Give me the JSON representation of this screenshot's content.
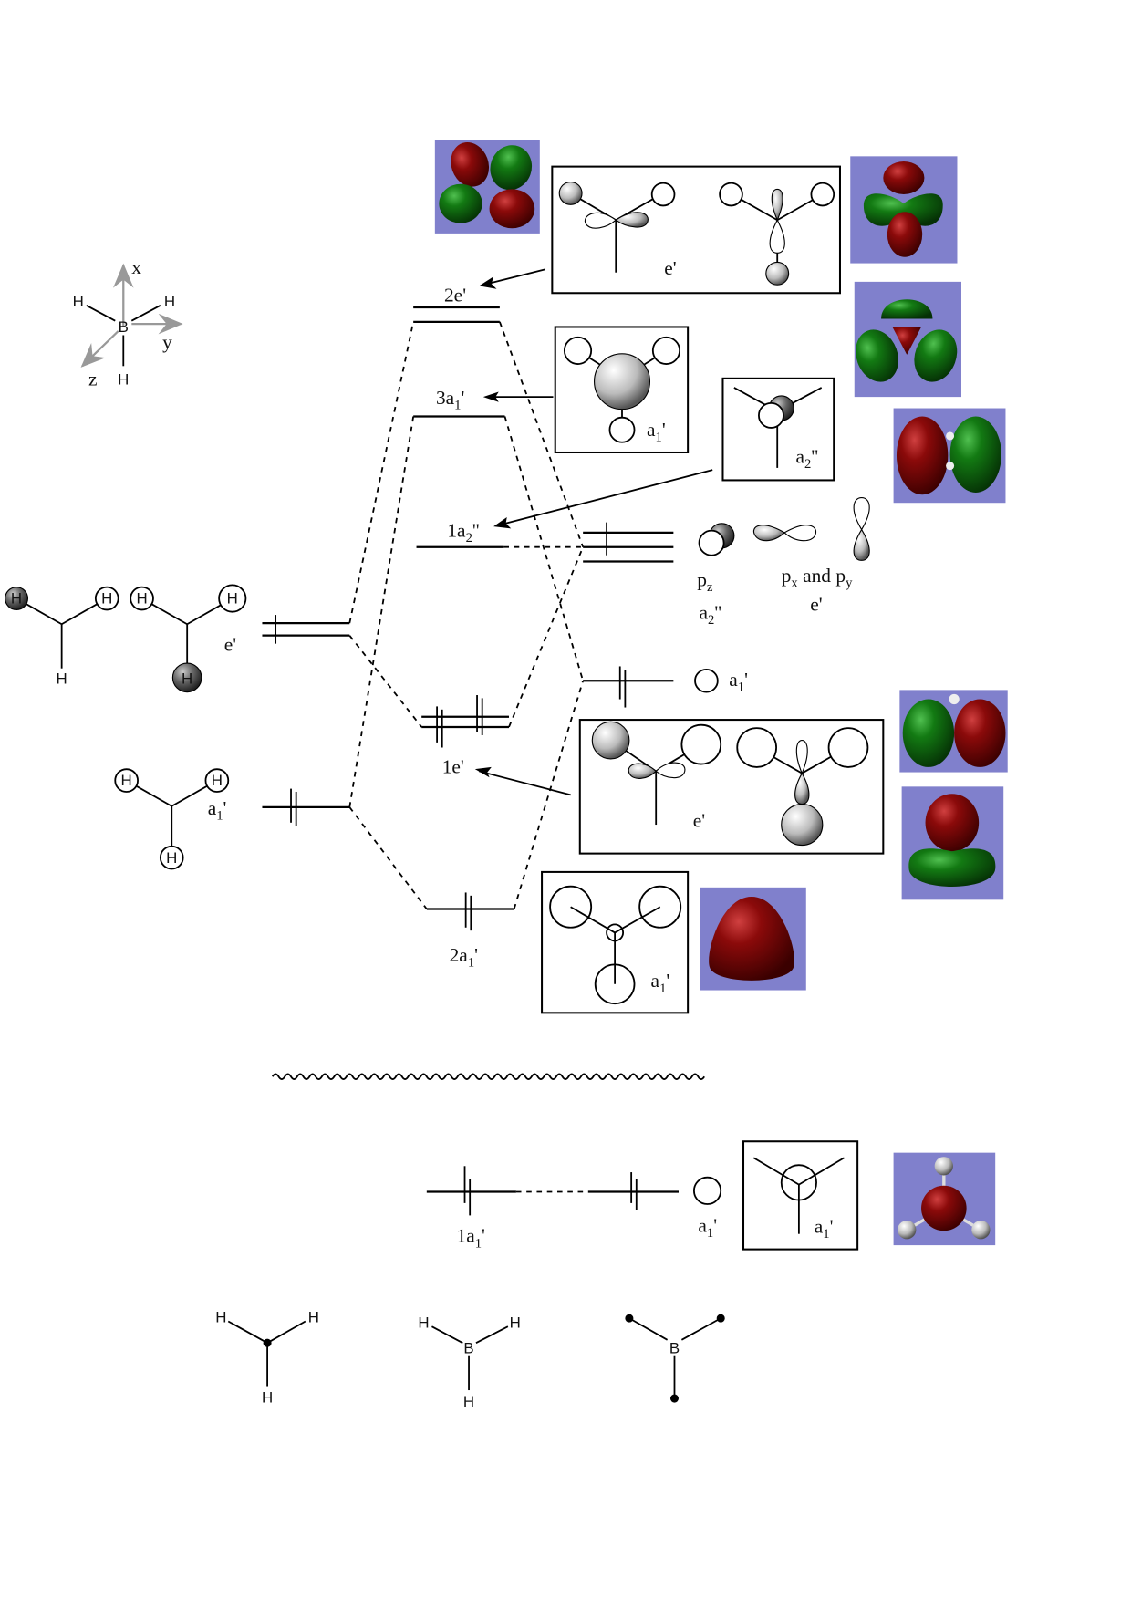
{
  "axes": {
    "x": "x",
    "y": "y",
    "z": "z",
    "center": "B",
    "h": "H"
  },
  "mo_levels": {
    "2e": {
      "pre": "2e",
      "sub": "",
      "post": "'"
    },
    "3a1": {
      "pre": "3a",
      "sub": "1",
      "post": "'"
    },
    "1a2": {
      "pre": "1a",
      "sub": "2",
      "post": "''"
    },
    "1e": {
      "pre": "1e",
      "sub": "",
      "post": "'"
    },
    "2a1": {
      "pre": "2a",
      "sub": "1",
      "post": "'"
    },
    "1a1": {
      "pre": "1a",
      "sub": "1",
      "post": "'"
    }
  },
  "h_fragment": {
    "e_label": {
      "pre": "e",
      "sub": "",
      "post": "'"
    },
    "a1_label": {
      "pre": "a",
      "sub": "1",
      "post": "'"
    },
    "atom": "H"
  },
  "b_fragment": {
    "pz": {
      "pre": "p",
      "sub": "z"
    },
    "pz_sym": {
      "pre": "a",
      "sub": "2",
      "post": "''"
    },
    "pxpy": {
      "p1": "p",
      "s1": "x",
      "mid": " and ",
      "p2": "p",
      "s2": "y"
    },
    "pxpy_sym": "e'",
    "s_sym": {
      "pre": "a",
      "sub": "1",
      "post": "'"
    },
    "core_sym": {
      "pre": "a",
      "sub": "1",
      "post": "'"
    }
  },
  "boxes": {
    "box_2e": "e'",
    "box_3a1": {
      "pre": "a",
      "sub": "1",
      "post": "'"
    },
    "box_1a2": {
      "pre": "a",
      "sub": "2",
      "post": "''"
    },
    "box_1e": "e'",
    "box_2a1": {
      "pre": "a",
      "sub": "1",
      "post": "'"
    },
    "box_1a1": {
      "pre": "a",
      "sub": "1",
      "post": "'"
    }
  },
  "structures": {
    "h": "H",
    "b": "B"
  },
  "colors": {
    "lobe_positive": "#8b0a0a",
    "lobe_negative": "#137a13",
    "render_bg": "#8080cc"
  }
}
